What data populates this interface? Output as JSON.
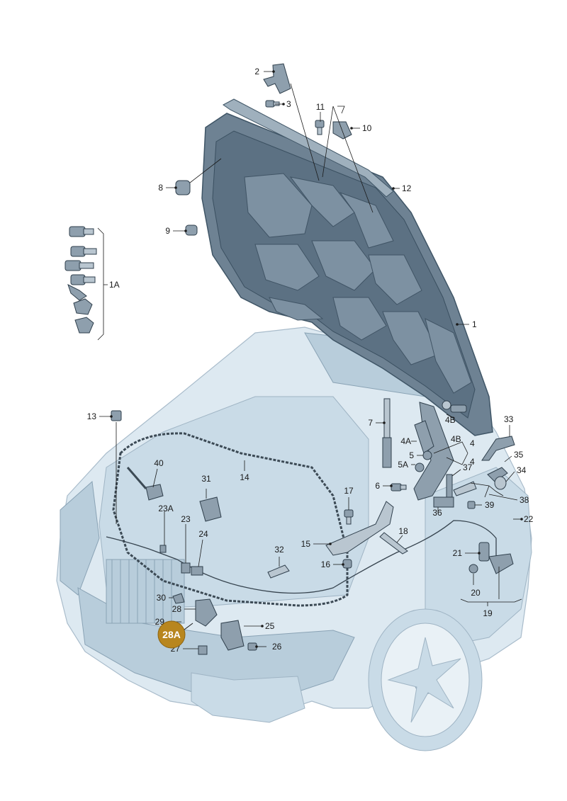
{
  "labels": {
    "l1": "1",
    "l1A": "1A",
    "l2": "2",
    "l3": "3",
    "l4": "4",
    "l4b": "4",
    "l4A": "4A",
    "l4B": "4B",
    "l4B2": "4B",
    "l5": "5",
    "l5A": "5A",
    "l6": "6",
    "l7": "7",
    "l8": "8",
    "l9": "9",
    "l10": "10",
    "l11": "11",
    "l12": "12",
    "l13": "13",
    "l14": "14",
    "l15": "15",
    "l16": "16",
    "l17": "17",
    "l18": "18",
    "l19": "19",
    "l20": "20",
    "l21": "21",
    "l22": "22",
    "l23": "23",
    "l23A": "23A",
    "l24": "24",
    "l25": "25",
    "l26": "26",
    "l27": "27",
    "l28": "28",
    "l28A": "28A",
    "l29": "29",
    "l30": "30",
    "l31": "31",
    "l32": "32",
    "l33": "33",
    "l34": "34",
    "l35": "35",
    "l36": "36",
    "l37": "37",
    "l38": "38",
    "l39": "39",
    "l40": "40"
  },
  "highlight": {
    "label": "28A",
    "color": "#b8861e"
  },
  "colors": {
    "hood": "#6e8293",
    "body": "#dde9f1",
    "line": "#1a1a1a"
  }
}
